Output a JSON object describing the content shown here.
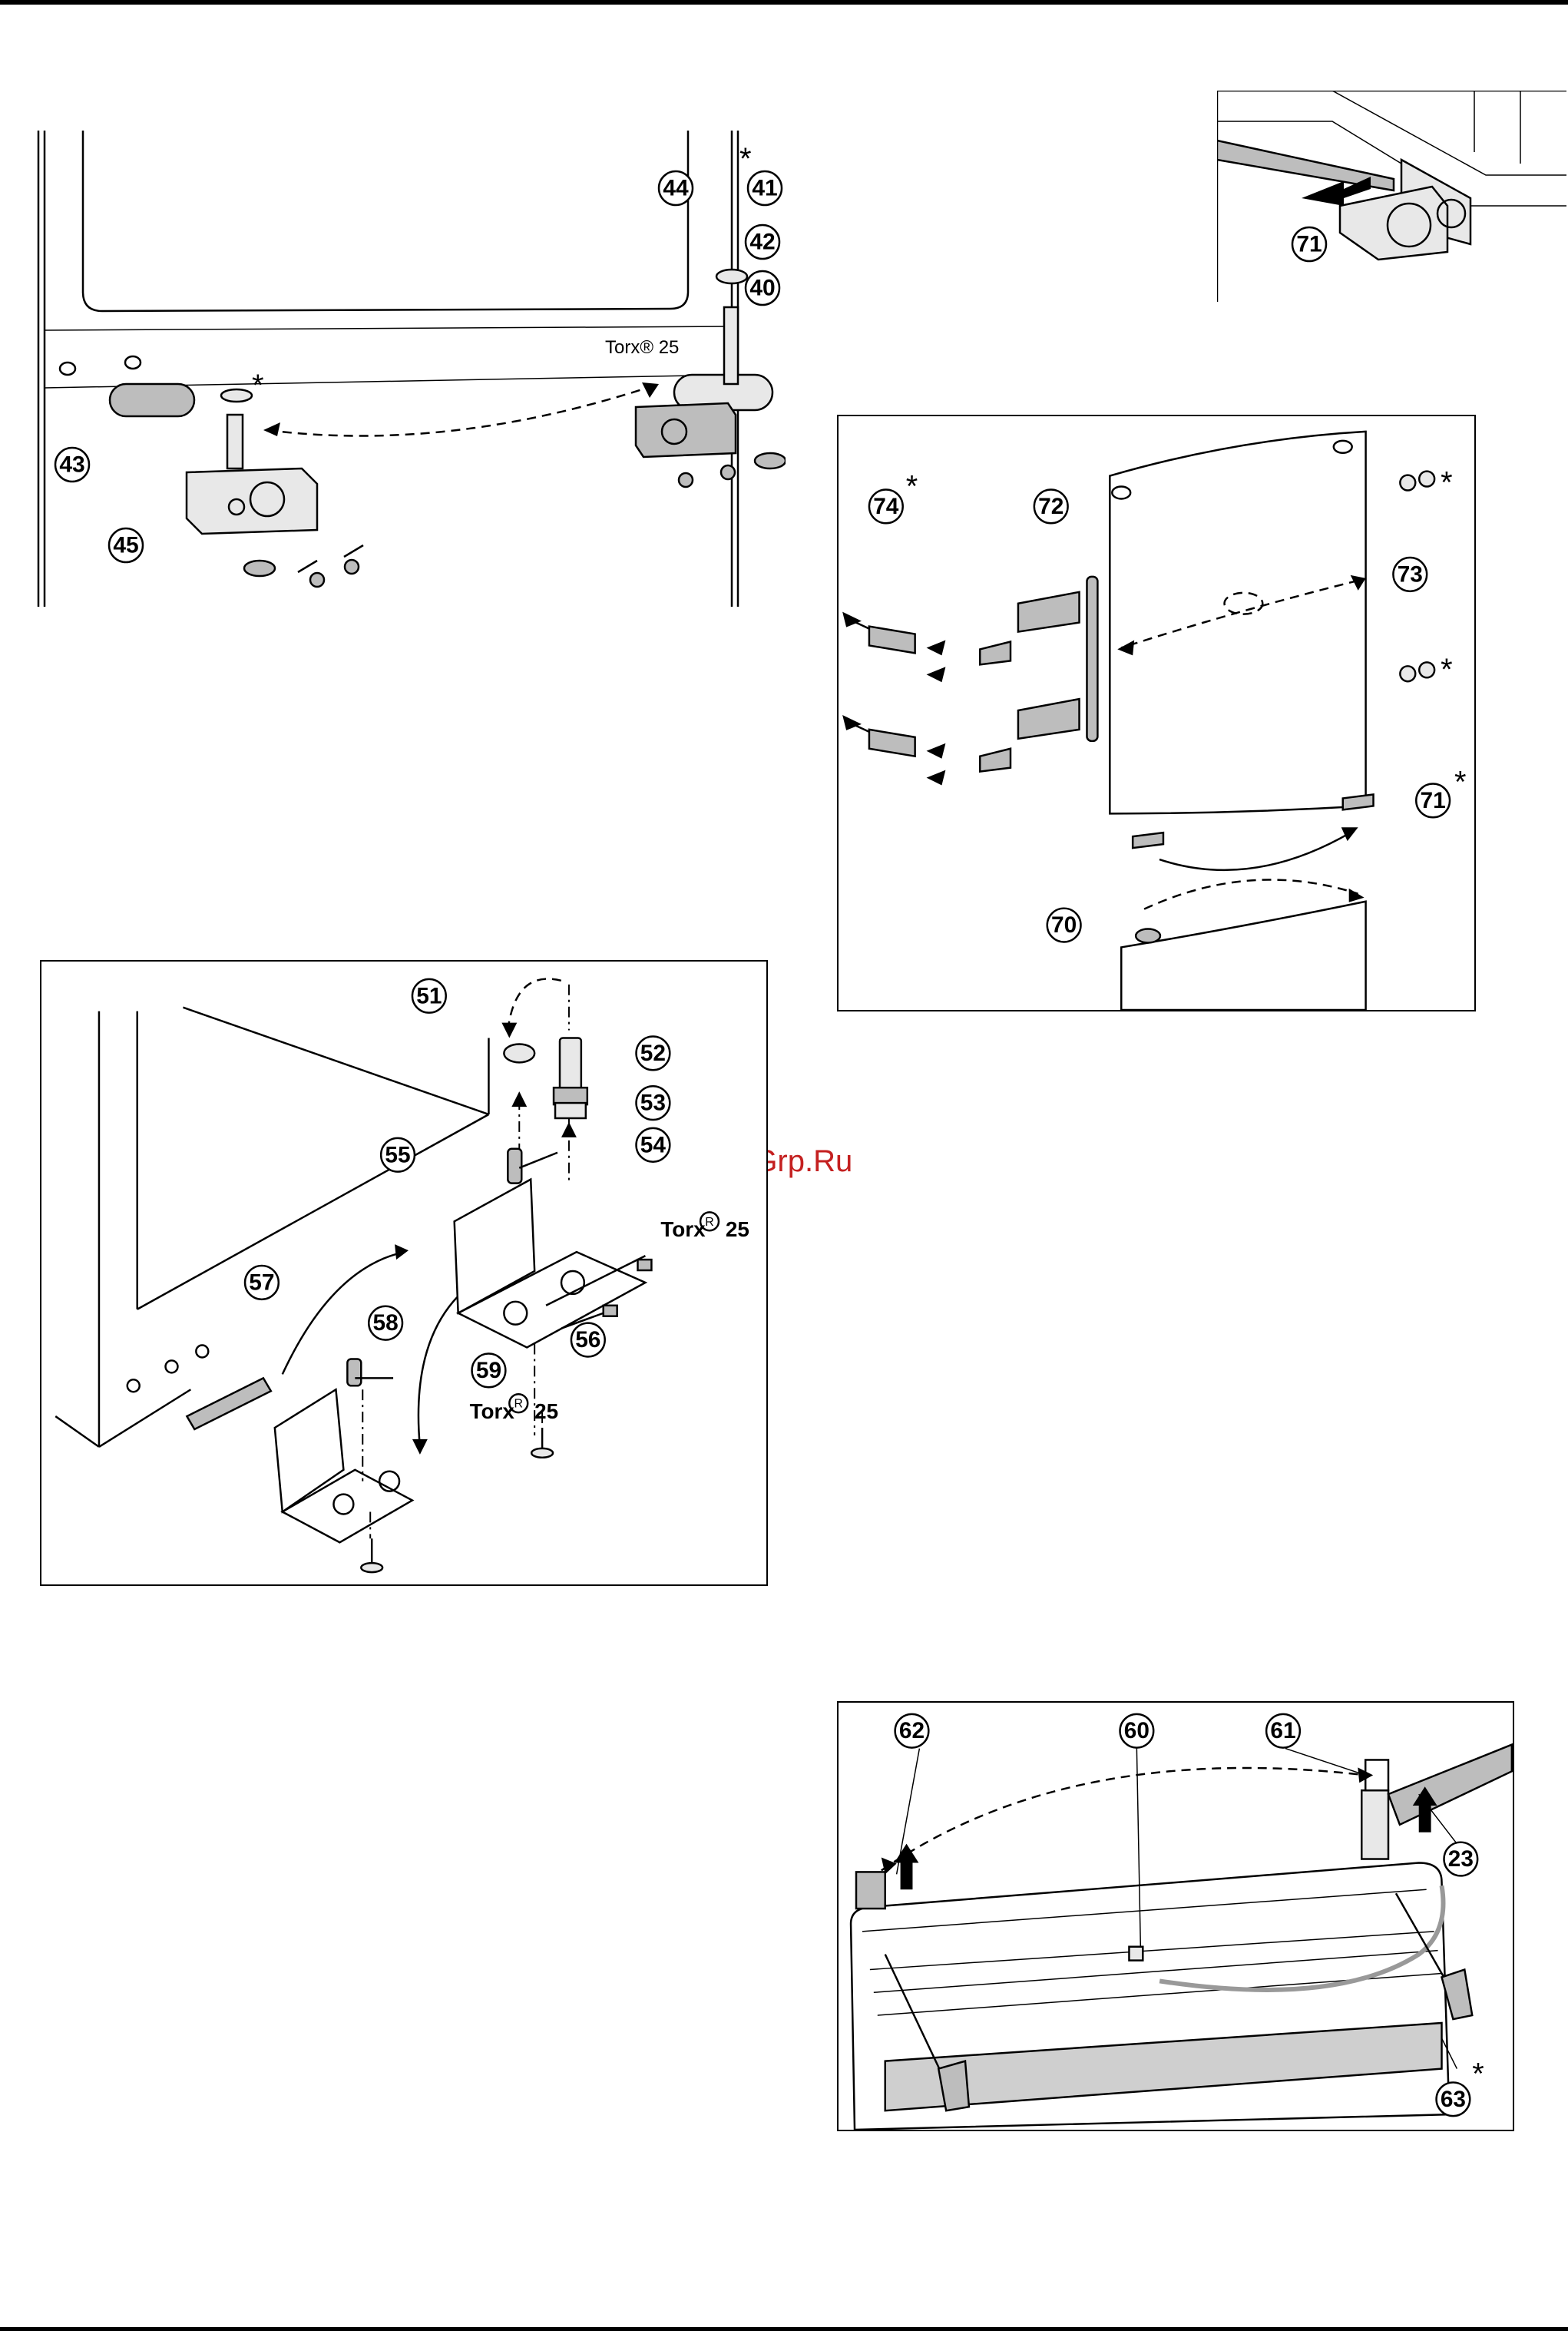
{
  "watermark": "McGrp.Ru",
  "fig1": {
    "labels": [
      "44",
      "41",
      "42",
      "40",
      "43",
      "45"
    ],
    "torx": "Torx® 25",
    "asterisk": "*"
  },
  "fig2": {
    "labels": [
      "71"
    ]
  },
  "fig3": {
    "labels": [
      "74",
      "72",
      "73",
      "71",
      "70"
    ],
    "asterisk": "*"
  },
  "fig4": {
    "labels": [
      "51",
      "52",
      "53",
      "54",
      "55",
      "57",
      "58",
      "59",
      "56"
    ],
    "torx_word": "Torx",
    "torx_reg": "R",
    "torx_num": "25"
  },
  "fig5": {
    "labels": [
      "62",
      "60",
      "61",
      "23",
      "63"
    ],
    "asterisk": "*"
  }
}
